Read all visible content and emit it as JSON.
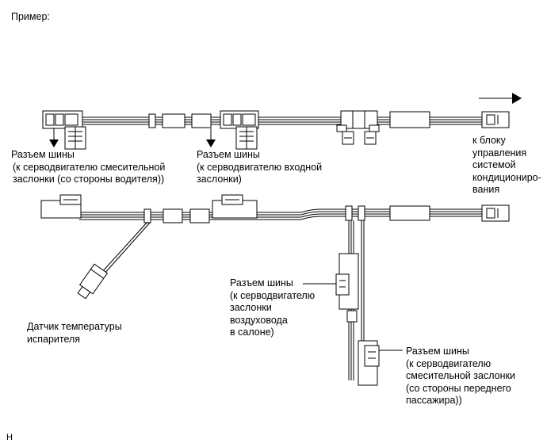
{
  "header": {
    "example": "Пример:"
  },
  "footer": {
    "mark": "H"
  },
  "labels": {
    "connector_mix_driver": [
      "Разъем шины",
      "(к серводвигателю смесительной",
      "заслонки (со стороны водителя))"
    ],
    "connector_intake": [
      "Разъем шины",
      "(к серводвигателю входной",
      "заслонки)"
    ],
    "to_ac_unit": [
      "к блоку",
      "управления",
      "системой",
      "кондициониро-",
      "вания"
    ],
    "connector_duct": [
      "Разъем шины",
      "(к серводвигателю",
      "заслонки",
      "воздуховода",
      "в салоне)"
    ],
    "evaporator_sensor": [
      "Датчик температуры",
      "испарителя"
    ],
    "connector_mix_passenger": [
      "Разъем шины",
      "(к серводвигателю",
      "смесительной заслонки",
      "(со стороны переднего",
      "пассажира))"
    ]
  }
}
